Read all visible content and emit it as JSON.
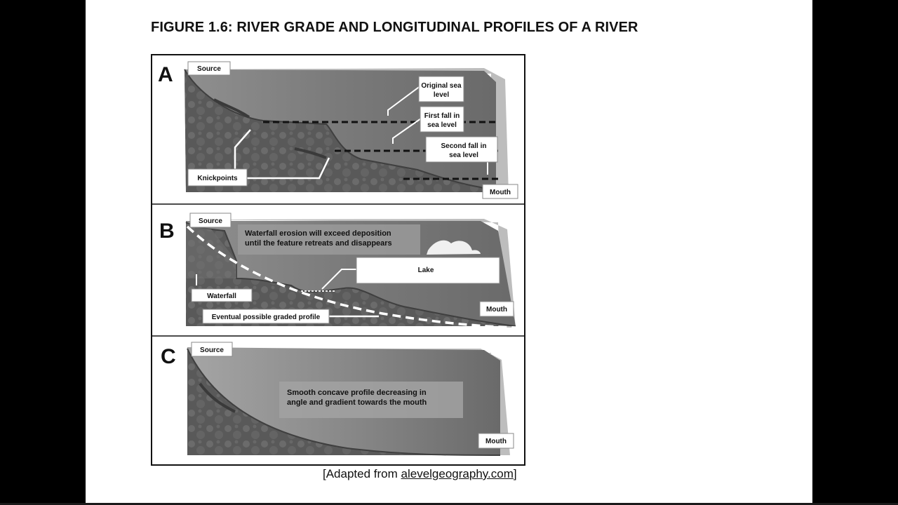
{
  "figure": {
    "title": "FIGURE 1.6:  RIVER GRADE AND LONGITUDINAL PROFILES OF A RIVER",
    "credit_prefix": "[Adapted from ",
    "credit_link": "alevelgeography.com",
    "credit_suffix": "]"
  },
  "panel_a": {
    "letter": "A",
    "source": "Source",
    "mouth": "Mouth",
    "original_sea_level": [
      "Original sea",
      "level"
    ],
    "first_fall": [
      "First fall in",
      "sea level"
    ],
    "second_fall": [
      "Second fall in",
      "sea level"
    ],
    "knickpoints": "Knickpoints"
  },
  "panel_b": {
    "letter": "B",
    "source": "Source",
    "mouth": "Mouth",
    "note": [
      "Waterfall erosion will exceed deposition",
      "until the feature retreats and disappears"
    ],
    "lake": "Lake",
    "waterfall": "Waterfall",
    "graded_profile": "Eventual possible graded profile"
  },
  "panel_c": {
    "letter": "C",
    "source": "Source",
    "mouth": "Mouth",
    "note": [
      "Smooth concave profile decreasing in",
      "angle and gradient towards the mouth"
    ]
  },
  "colors": {
    "sky": "#6e6e6e",
    "land": "#4d4d4d",
    "land_light": "#8a8a8a",
    "ground": "#5a5a5a",
    "label_bg": "#ffffff"
  }
}
